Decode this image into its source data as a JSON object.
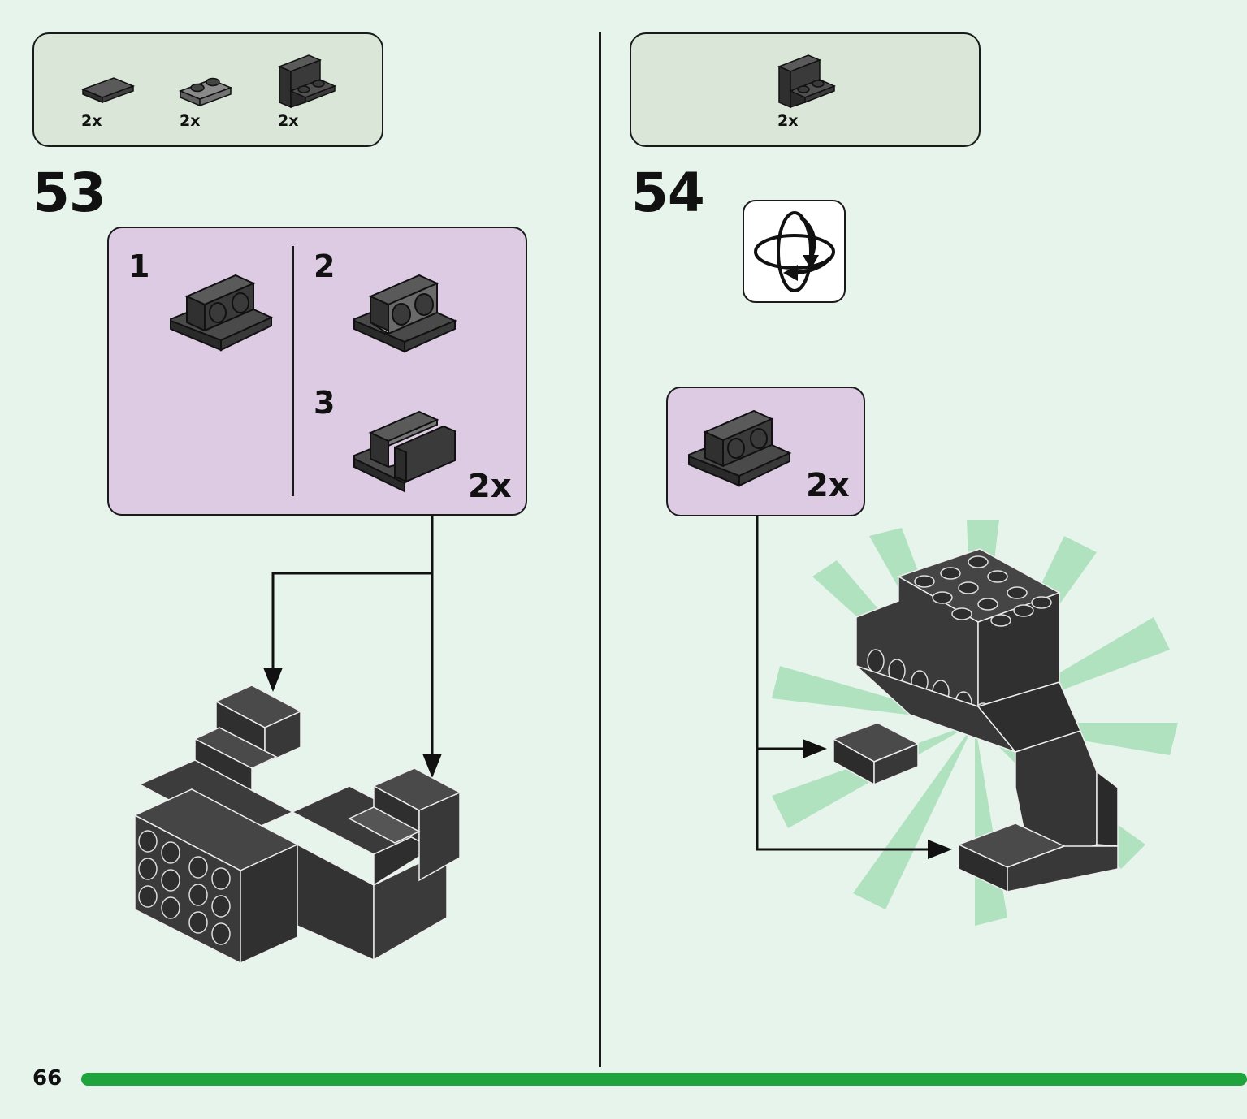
{
  "left_step": {
    "number": "53",
    "parts": [
      {
        "name": "tile-1x2",
        "qty": "2x"
      },
      {
        "name": "plate-1x2",
        "qty": "2x"
      },
      {
        "name": "bracket-1x2",
        "qty": "2x"
      }
    ],
    "callout": {
      "substeps": [
        {
          "label": "1"
        },
        {
          "label": "2"
        },
        {
          "label": "3"
        }
      ],
      "qty": "2x"
    }
  },
  "right_step": {
    "number": "54",
    "parts": [
      {
        "name": "bracket-1x2",
        "qty": "2x"
      }
    ],
    "callout": {
      "qty": "2x"
    },
    "rotate_icon": "rotate-model-icon"
  },
  "footer": {
    "page_number": "66",
    "progress": 1.0
  },
  "colors": {
    "background": "#e7f4ec",
    "parts_box": "#d9e6d8",
    "callout": "#dccbe3",
    "progress": "#1fa33c",
    "brick_dark": "#3a3a3a",
    "brick_light": "#6e6e6e"
  }
}
